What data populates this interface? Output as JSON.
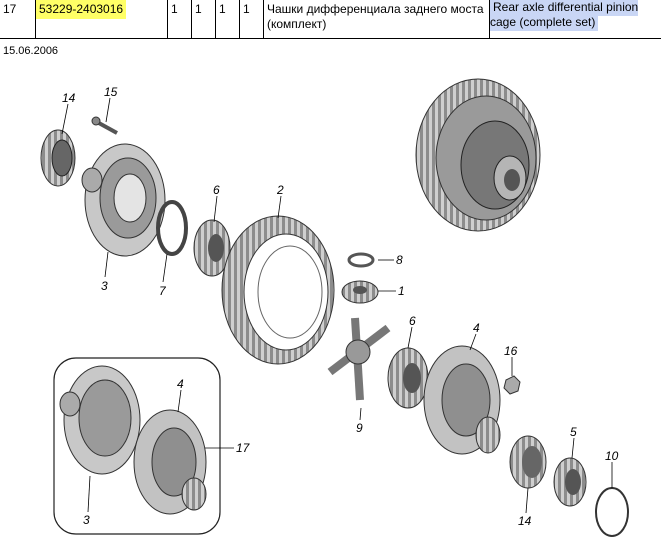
{
  "header": {
    "pos": "17",
    "part_number": "53229-2403016",
    "q1": "1",
    "q2": "1",
    "q3": "1",
    "q4": "1",
    "name_ru": "Чашки дифференциала заднего моста (комплект)",
    "name_en": "Rear axle differential pinion cage (complete set)"
  },
  "date": "15.06.2006",
  "callouts": [
    "14",
    "15",
    "6",
    "2",
    "3",
    "7",
    "8",
    "1",
    "6",
    "4",
    "16",
    "9",
    "4",
    "17",
    "5",
    "10",
    "3",
    "14"
  ],
  "colors": {
    "highlight_part": "#ffff66",
    "highlight_en": "#c9d6f5"
  }
}
